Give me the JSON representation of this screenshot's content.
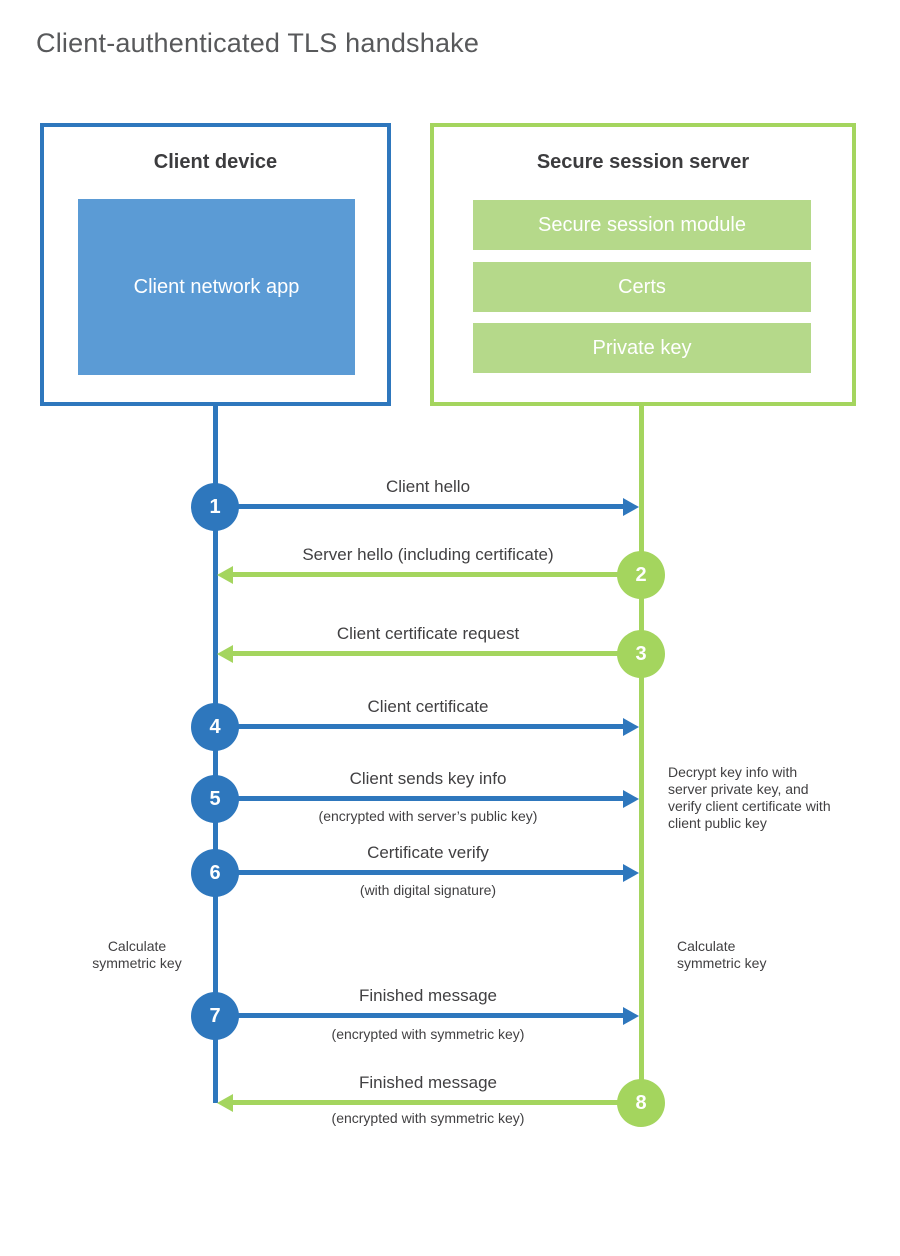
{
  "title": "Client-authenticated TLS handshake",
  "client": {
    "title": "Client device",
    "app_label": "Client network app"
  },
  "server": {
    "title": "Secure session server",
    "modules": [
      "Secure session module",
      "Certs",
      "Private key"
    ]
  },
  "messages": [
    {
      "num": "1",
      "from": "client",
      "label": "Client hello",
      "sub": ""
    },
    {
      "num": "2",
      "from": "server",
      "label": "Server hello (including certificate)",
      "sub": ""
    },
    {
      "num": "3",
      "from": "server",
      "label": "Client certificate request",
      "sub": ""
    },
    {
      "num": "4",
      "from": "client",
      "label": "Client certificate",
      "sub": ""
    },
    {
      "num": "5",
      "from": "client",
      "label": "Client sends key info",
      "sub": "(encrypted with server’s public key)"
    },
    {
      "num": "6",
      "from": "client",
      "label": "Certificate verify",
      "sub": "(with digital signature)"
    },
    {
      "num": "7",
      "from": "client",
      "label": "Finished message",
      "sub": "(encrypted with symmetric key)"
    },
    {
      "num": "8",
      "from": "server",
      "label": "Finished message",
      "sub": "(encrypted with symmetric key)"
    }
  ],
  "side_notes": {
    "decrypt": "Decrypt key info with server private key, and verify client certificate with client public key",
    "calculate_left": "Calculate symmetric key",
    "calculate_right": "Calculate symmetric key"
  },
  "colors": {
    "blue": "#2e77bd",
    "blue_light": "#5b9bd5",
    "green": "#a4d55e",
    "green_light": "#b5d98a"
  }
}
